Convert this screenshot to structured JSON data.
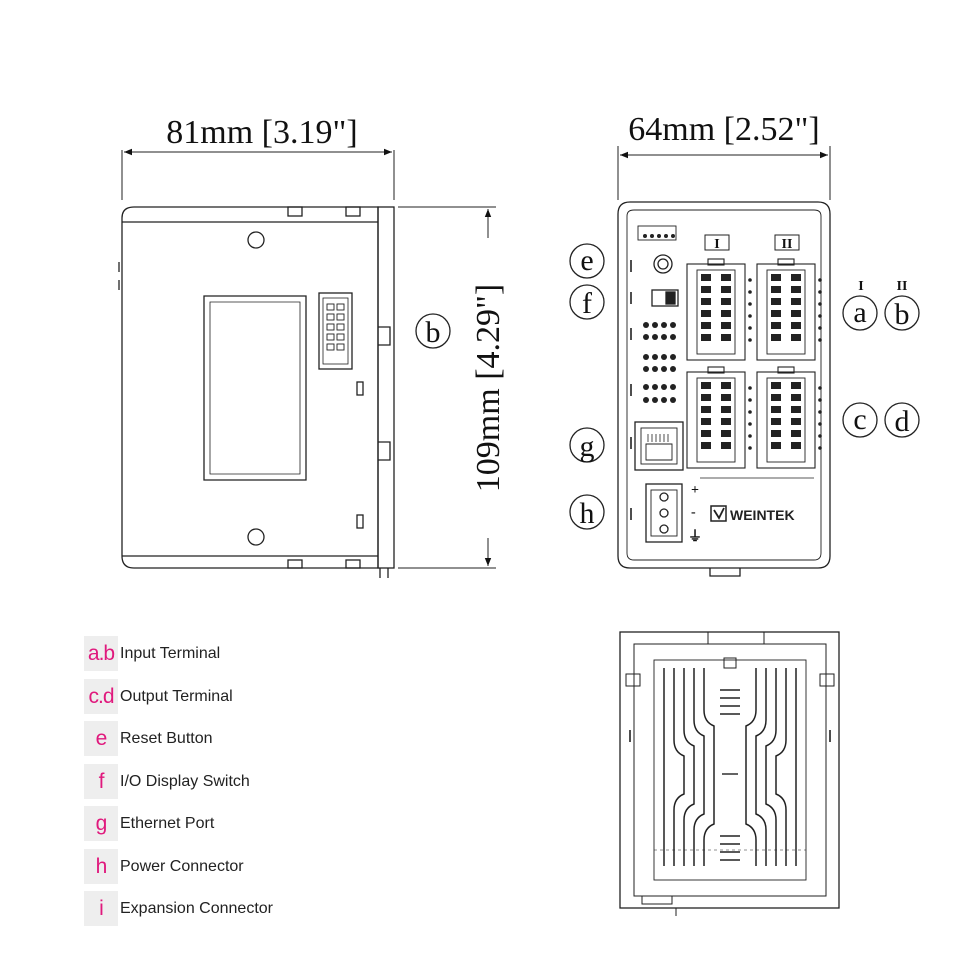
{
  "dimensions": {
    "side_width": "81mm [3.19\"]",
    "front_width": "64mm [2.52\"]",
    "height": "109mm [4.29\"]"
  },
  "callouts": {
    "side_b": "b",
    "a": "a",
    "b": "b",
    "c": "c",
    "d": "d",
    "e": "e",
    "f": "f",
    "g": "g",
    "h": "h"
  },
  "roman": {
    "one": "I",
    "two": "II"
  },
  "power_marks": {
    "plus": "+",
    "minus": "-",
    "ground": "⏚"
  },
  "brand": "WEINTEK",
  "legend": [
    {
      "key": "a.b",
      "label": "Input Terminal"
    },
    {
      "key": "c.d",
      "label": "Output Terminal"
    },
    {
      "key": "e",
      "label": "Reset Button"
    },
    {
      "key": "f",
      "label": "I/O Display Switch"
    },
    {
      "key": "g",
      "label": "Ethernet Port"
    },
    {
      "key": "h",
      "label": "Power Connector"
    },
    {
      "key": "i",
      "label": "Expansion Connector"
    }
  ]
}
